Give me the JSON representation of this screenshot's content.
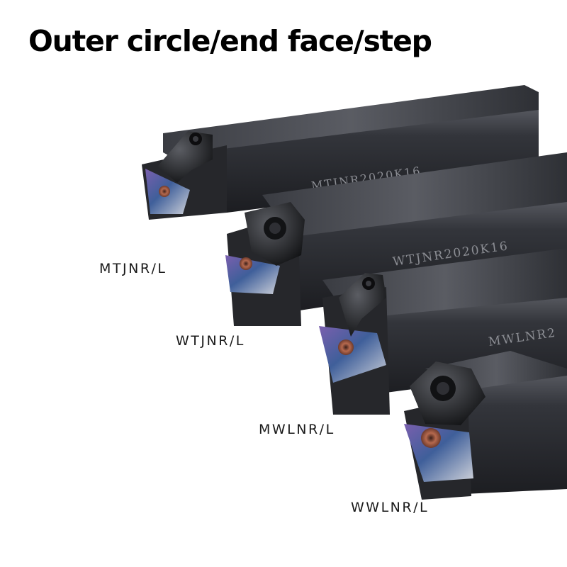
{
  "page": {
    "title": "Outer circle/end face/step"
  },
  "tools": [
    {
      "label": "MTJNR/L",
      "engraving": "MTJNR2020K16"
    },
    {
      "label": "WTJNR/L",
      "engraving": "WTJNR2020K16"
    },
    {
      "label": "MWLNR/L",
      "engraving": "MWLNR2"
    },
    {
      "label": "WWLNR/L",
      "engraving": ""
    }
  ],
  "colors": {
    "holder_body": "#2b2c31",
    "holder_highlight": "#6a6c73",
    "insert_coating": "#5b4a86",
    "insert_silver": "#c9ccd4",
    "screw_copper": "#b5694e",
    "label_text": "#1a1a1a",
    "title_text": "#000000"
  }
}
